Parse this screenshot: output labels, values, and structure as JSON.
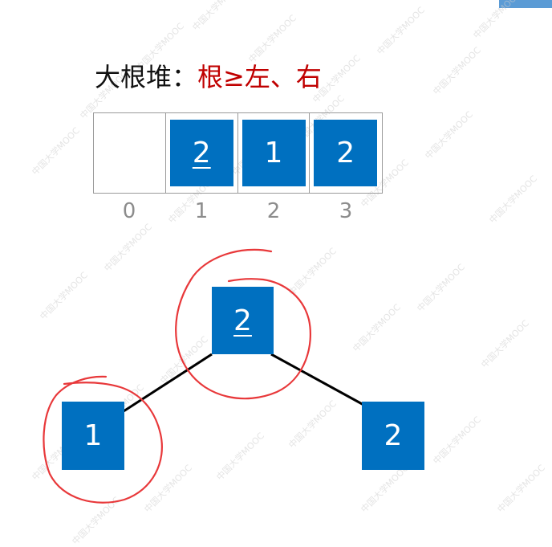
{
  "header": {
    "label": "大根堆：",
    "rule": "根≥左、右"
  },
  "array": {
    "cells": [
      {
        "value": "",
        "index": "0",
        "underlined": false
      },
      {
        "value": "2",
        "index": "1",
        "underlined": true
      },
      {
        "value": "1",
        "index": "2",
        "underlined": false
      },
      {
        "value": "2",
        "index": "3",
        "underlined": false
      }
    ]
  },
  "tree": {
    "root": {
      "value": "2",
      "underlined": true
    },
    "left": {
      "value": "1"
    },
    "right": {
      "value": "2"
    }
  },
  "watermark": "中国大学MOOC",
  "colors": {
    "node_fill": "#0070c0",
    "rule_text": "#c00000",
    "annotation_circle": "#e8383a",
    "edge": "#000000"
  }
}
